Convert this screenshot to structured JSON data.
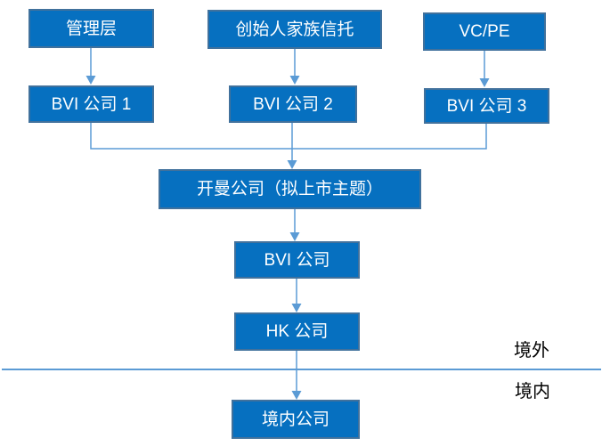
{
  "diagram": {
    "type": "org-structure-flowchart",
    "nodes": [
      {
        "id": "management",
        "label": "管理层"
      },
      {
        "id": "founder-family-trust",
        "label": "创始人家族信托"
      },
      {
        "id": "vc-pe",
        "label": "VC/PE"
      },
      {
        "id": "bvi-company-1",
        "label": "BVI 公司 1"
      },
      {
        "id": "bvi-company-2",
        "label": "BVI 公司 2"
      },
      {
        "id": "bvi-company-3",
        "label": "BVI 公司 3"
      },
      {
        "id": "cayman-company",
        "label": "开曼公司（拟上市主题）"
      },
      {
        "id": "bvi-company",
        "label": "BVI 公司"
      },
      {
        "id": "hk-company",
        "label": "HK 公司"
      },
      {
        "id": "domestic-company",
        "label": "境内公司"
      }
    ],
    "region_labels": {
      "offshore": "境外",
      "onshore": "境内"
    },
    "colors": {
      "node_fill": "#0670C0",
      "node_border": "#41719C",
      "node_text": "#FFFFFF",
      "connector": "#5B9BD5",
      "divider": "#5B9BD5",
      "region_label_text": "#000000"
    }
  }
}
